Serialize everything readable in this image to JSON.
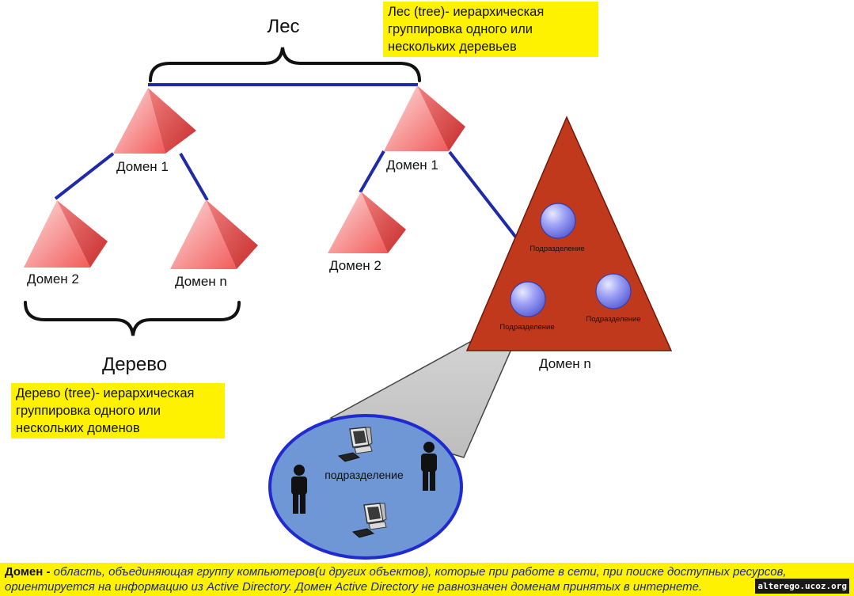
{
  "labels": {
    "forest": "Лес",
    "tree": "Дерево",
    "left_root": "Домен 1",
    "left_child_a": "Домен 2",
    "left_child_b": "Домен n",
    "right_root": "Домен 1",
    "right_child": "Домен 2",
    "big_domain": "Домен n",
    "ou_top": "Подразделение",
    "ou_left": "Подразделение",
    "ou_right": "Подразделение",
    "zoom_ou": "подразделение"
  },
  "notes": {
    "forest": [
      "Лес (tree)- иерархическая",
      "группировка одного или",
      "нескольких деревьев"
    ],
    "tree": [
      "Дерево (tree)- иерархическая",
      "группировка одного или",
      "нескольких доменов"
    ]
  },
  "footer": {
    "term": "Домен -",
    "definition": "область, объединяющая группу компьютеров(и других объектов), которые при работе в сети, при поиске доступных ресурсов, ориентируется на информацию из Active Directory. Домен Active Directory не равнозначен доменам принятых в интернете.",
    "site": "alterego.ucoz.org"
  },
  "colors": {
    "pyramid_light": "#f9c6c6",
    "pyramid_mid": "#f26a6a",
    "pyramid_dark": "#d13a3a",
    "link": "#1f2aa8",
    "domain_triangle": "#c0391d",
    "ou_circle": "#8c8ff2",
    "zoom_ellipse": "#6f97d6",
    "zoom_border": "#1f2ad0",
    "note_bg": "#fff200"
  }
}
